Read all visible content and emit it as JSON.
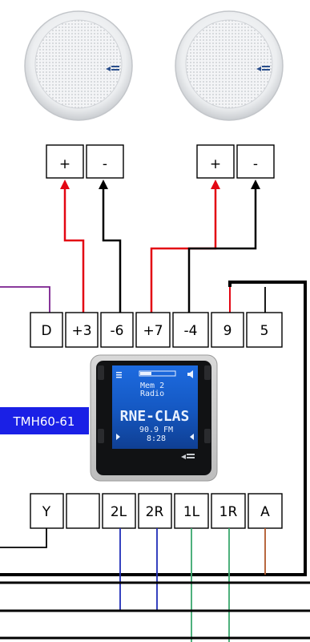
{
  "speaker_terminals": {
    "left": {
      "plus": "+",
      "minus": "-"
    },
    "right": {
      "plus": "+",
      "minus": "-"
    }
  },
  "top_row_terminals": [
    "D",
    "+3",
    "-6",
    "+7",
    "-4",
    "9",
    "5"
  ],
  "bottom_row_terminals": [
    "Y",
    "",
    "2L",
    "2R",
    "1L",
    "1R",
    "A"
  ],
  "model_label": "TMH60-61",
  "display": {
    "line1": "Mem  2",
    "line2": "Radio",
    "line3": "RNE-CLAS",
    "line4": "90.9 FM",
    "line5": "8:28"
  },
  "colors": {
    "positive_wire": "#e30613",
    "negative_wire": "#000000",
    "d_wire": "#7a1f8e",
    "blue_wire": "#1f2db8",
    "green_wire": "#3aa76d",
    "brown_wire": "#b0572a",
    "label_bg": "#1a20e6"
  },
  "icons": [
    "speaker-icon",
    "volume-icon",
    "brand-logo-icon"
  ]
}
